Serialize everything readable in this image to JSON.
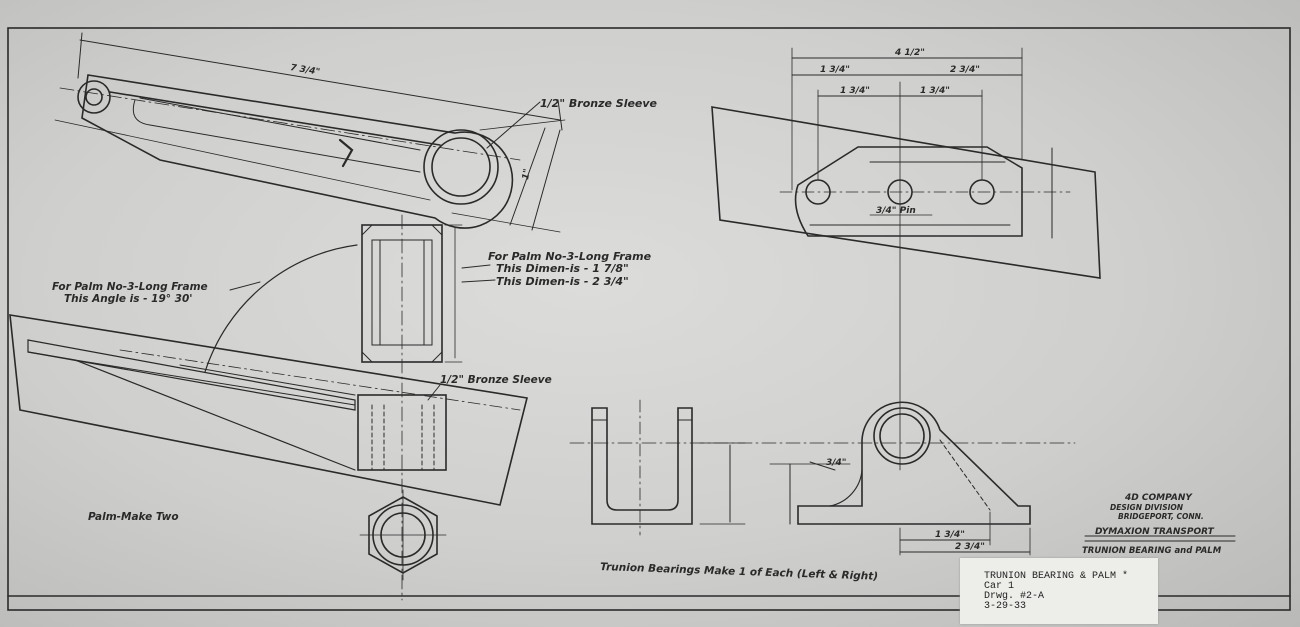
{
  "drawing": {
    "dims": {
      "length_top": "7 3/4\"",
      "overall_right": "4 1/2\"",
      "d1": "1 3/4\"",
      "d2": "2 3/4\"",
      "d3": "1 3/4\"",
      "d4": "1 3/4\"",
      "pin_dia": "3/4\" Pin",
      "d_lug": "1\"",
      "d_angle": "3/4\"",
      "d_bot1": "1 3/4\"",
      "d_bot2": "2 3/4\""
    },
    "labels": {
      "bronze_sleeve_top": "1/2\" Bronze Sleeve",
      "palm_note_line1": "For Palm No-3-Long Frame",
      "palm_note_line2": "This Dimen-is - 1 7/8\"",
      "palm_note_line3": "This Dimen-is - 2 3/4\"",
      "angle_note_line1": "For Palm No-3-Long Frame",
      "angle_note_line2": "This Angle is - 19° 30'",
      "bronze_sleeve_mid": "1/2\" Bronze Sleeve",
      "palm_make": "Palm-Make Two",
      "trunion_make": "Trunion Bearings Make 1 of Each (Left & Right)"
    },
    "title_block": {
      "company": "4D COMPANY",
      "division": "DESIGN DIVISION",
      "location": "BRIDGEPORT, CONN.",
      "project": "DYMAXION TRANSPORT",
      "part": "TRUNION BEARING and PALM"
    }
  },
  "tag": {
    "line1": "TRUNION BEARING & PALM *",
    "line2": "Car 1",
    "line3": "Drwg. #2-A",
    "line4": "3-29-33"
  },
  "colors": {
    "ink": "#2a2a2a",
    "paper": "#d4d4d2",
    "tag": "#ededea"
  }
}
